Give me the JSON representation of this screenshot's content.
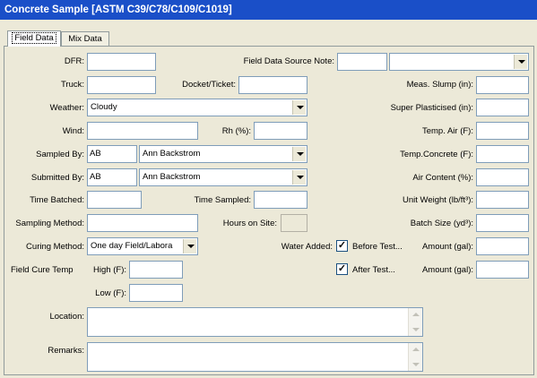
{
  "window": {
    "title": "Concrete Sample [ASTM C39/C78/C109/C1019]"
  },
  "tabs": [
    {
      "label": "Field Data",
      "active": true
    },
    {
      "label": "Mix Data",
      "active": false
    }
  ],
  "fields": {
    "dfr": {
      "label": "DFR:",
      "value": ""
    },
    "source_note": {
      "label": "Field Data Source Note:",
      "value": "",
      "select_value": ""
    },
    "truck": {
      "label": "Truck:",
      "value": ""
    },
    "docket": {
      "label": "Docket/Ticket:",
      "value": ""
    },
    "meas_slump": {
      "label": "Meas. Slump (in):",
      "value": ""
    },
    "weather": {
      "label": "Weather:",
      "value": "Cloudy"
    },
    "super_plasticised": {
      "label": "Super Plasticised (in):",
      "value": ""
    },
    "wind": {
      "label": "Wind:",
      "value": ""
    },
    "rh": {
      "label": "Rh (%):",
      "value": ""
    },
    "temp_air": {
      "label": "Temp. Air (F):",
      "value": ""
    },
    "sampled_by": {
      "label": "Sampled By:",
      "code": "AB",
      "name": "Ann Backstrom"
    },
    "temp_concrete": {
      "label": "Temp.Concrete (F):",
      "value": ""
    },
    "submitted_by": {
      "label": "Submitted By:",
      "code": "AB",
      "name": "Ann Backstrom"
    },
    "air_content": {
      "label": "Air Content (%):",
      "value": ""
    },
    "time_batched": {
      "label": "Time Batched:",
      "value": ""
    },
    "time_sampled": {
      "label": "Time Sampled:",
      "value": ""
    },
    "unit_weight": {
      "label": "Unit Weight (lb/ft³):",
      "value": ""
    },
    "sampling_method": {
      "label": "Sampling Method:",
      "value": ""
    },
    "hours_on_site": {
      "label": "Hours on Site:",
      "value": ""
    },
    "batch_size": {
      "label": "Batch Size (yd³):",
      "value": ""
    },
    "curing_method": {
      "label": "Curing Method:",
      "value": "One day Field/Labora"
    },
    "water_added": {
      "label": "Water Added:",
      "before_label": "Before Test...",
      "before_checked": true,
      "after_label": "After Test...",
      "after_checked": true
    },
    "amount_before": {
      "label": "Amount (gal):",
      "value": ""
    },
    "amount_after": {
      "label": "Amount (gal):",
      "value": ""
    },
    "field_cure_temp": {
      "label": "Field Cure Temp",
      "high_label": "High (F):",
      "high_value": "",
      "low_label": "Low (F):",
      "low_value": ""
    },
    "location": {
      "label": "Location:",
      "value": ""
    },
    "remarks": {
      "label": "Remarks:",
      "value": ""
    }
  },
  "check_glyph": "✓"
}
